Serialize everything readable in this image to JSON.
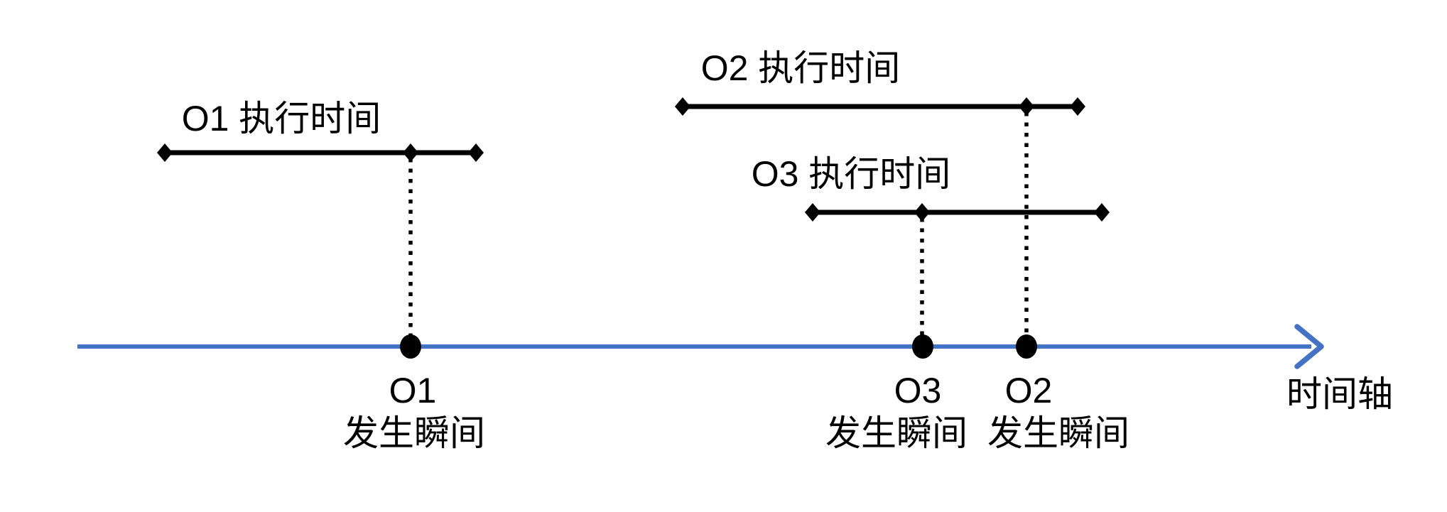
{
  "diagram": {
    "background_color": "#ffffff",
    "ink_color": "#000000",
    "axis": {
      "label": "时间轴",
      "color": "#4472c4"
    },
    "operations": [
      {
        "id": "O1",
        "exec_label": "O1 执行时间",
        "event_name": "O1",
        "event_caption": "发生瞬间"
      },
      {
        "id": "O2",
        "exec_label": "O2 执行时间",
        "event_name": "O2",
        "event_caption": "发生瞬间"
      },
      {
        "id": "O3",
        "exec_label": "O3 执行时间",
        "event_name": "O3",
        "event_caption": "发生瞬间"
      }
    ]
  }
}
